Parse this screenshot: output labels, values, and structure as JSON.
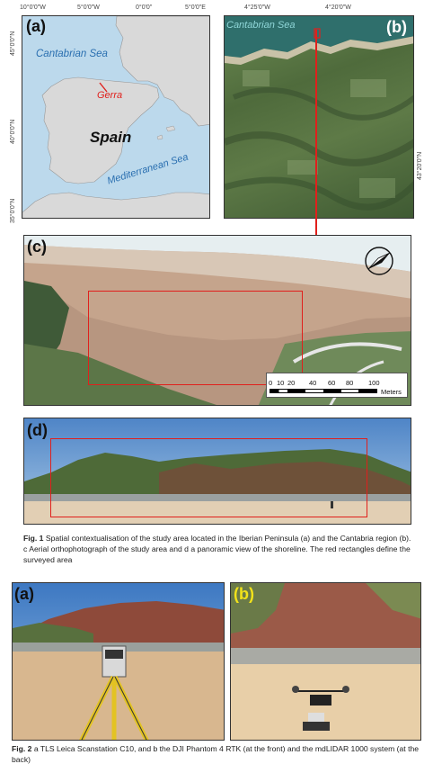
{
  "fig1": {
    "panel_a": {
      "label": "(a)",
      "top_ticks": [
        "10°0'0\"W",
        "5°0'0\"W",
        "0°0'0\"",
        "5°0'0\"E"
      ],
      "left_ticks": [
        "45°0'0\"N",
        "40°0'0\"N",
        "35°0'0\"N"
      ],
      "sea_north": "Cantabrian Sea",
      "site": "Gerra",
      "country": "Spain",
      "sea_south": "Mediterranean Sea"
    },
    "panel_b": {
      "label": "(b)",
      "top_ticks": [
        "4°25'0\"W",
        "4°20'0\"W"
      ],
      "right_tick": "43°20'0\"N",
      "sea_label": "Cantabrian Sea"
    },
    "panel_c": {
      "label": "(c)",
      "scale_ticks": [
        "0",
        "10",
        "20",
        "40",
        "60",
        "80",
        "100"
      ],
      "scale_unit": "Meters"
    },
    "panel_d": {
      "label": "(d)"
    },
    "caption": {
      "lead": "Fig. 1",
      "text": " Spatial contextualisation of the study area located in the Iberian Peninsula (a) and the Cantabria region (b). c Aerial orthophotograph of the study area and d a panoramic view of the shoreline. The red rectangles define the surveyed area"
    }
  },
  "fig2": {
    "panel_a": {
      "label": "(a)"
    },
    "panel_b": {
      "label": "(b)"
    },
    "caption": {
      "lead": "Fig. 2",
      "text": " a TLS Leica Scanstation C10, and b the DJI Phantom 4 RTK (at the front) and the mdLIDAR 1000 system (at the back)"
    }
  },
  "colors": {
    "accent_red": "#e0201c",
    "sea_blue": "#bcd9ec",
    "land_gray": "#d9d9d9",
    "label_yellow": "#f2e21a"
  }
}
